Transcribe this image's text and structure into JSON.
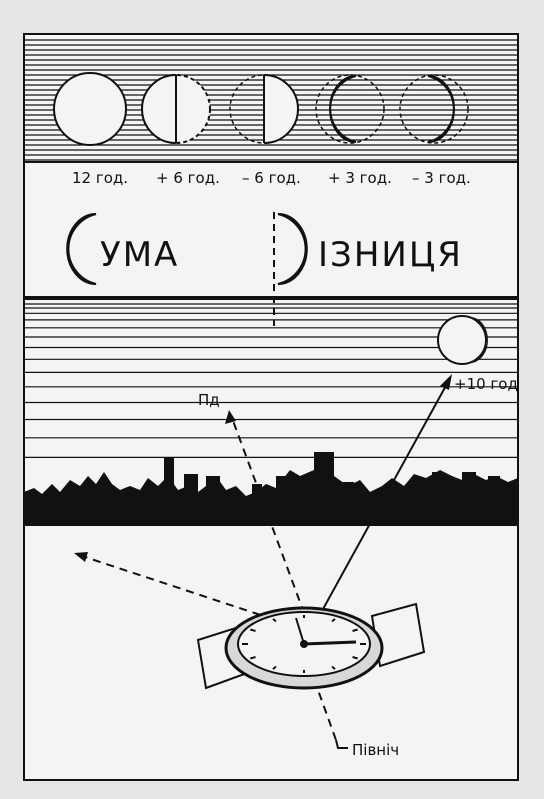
{
  "phases": [
    {
      "label": "12 год."
    },
    {
      "label": "+ 6 год."
    },
    {
      "label": "– 6 год."
    },
    {
      "label": "+ 3 год."
    },
    {
      "label": "– 3 год."
    }
  ],
  "sum_word": "УМА",
  "diff_word": "ІЗНИЦЯ",
  "moon_label": "+10 год",
  "south_label": "Пд",
  "north_label": "Північ",
  "colors": {
    "ink": "#111111",
    "paper": "#f2f2f2",
    "page": "#bdbdbd"
  }
}
